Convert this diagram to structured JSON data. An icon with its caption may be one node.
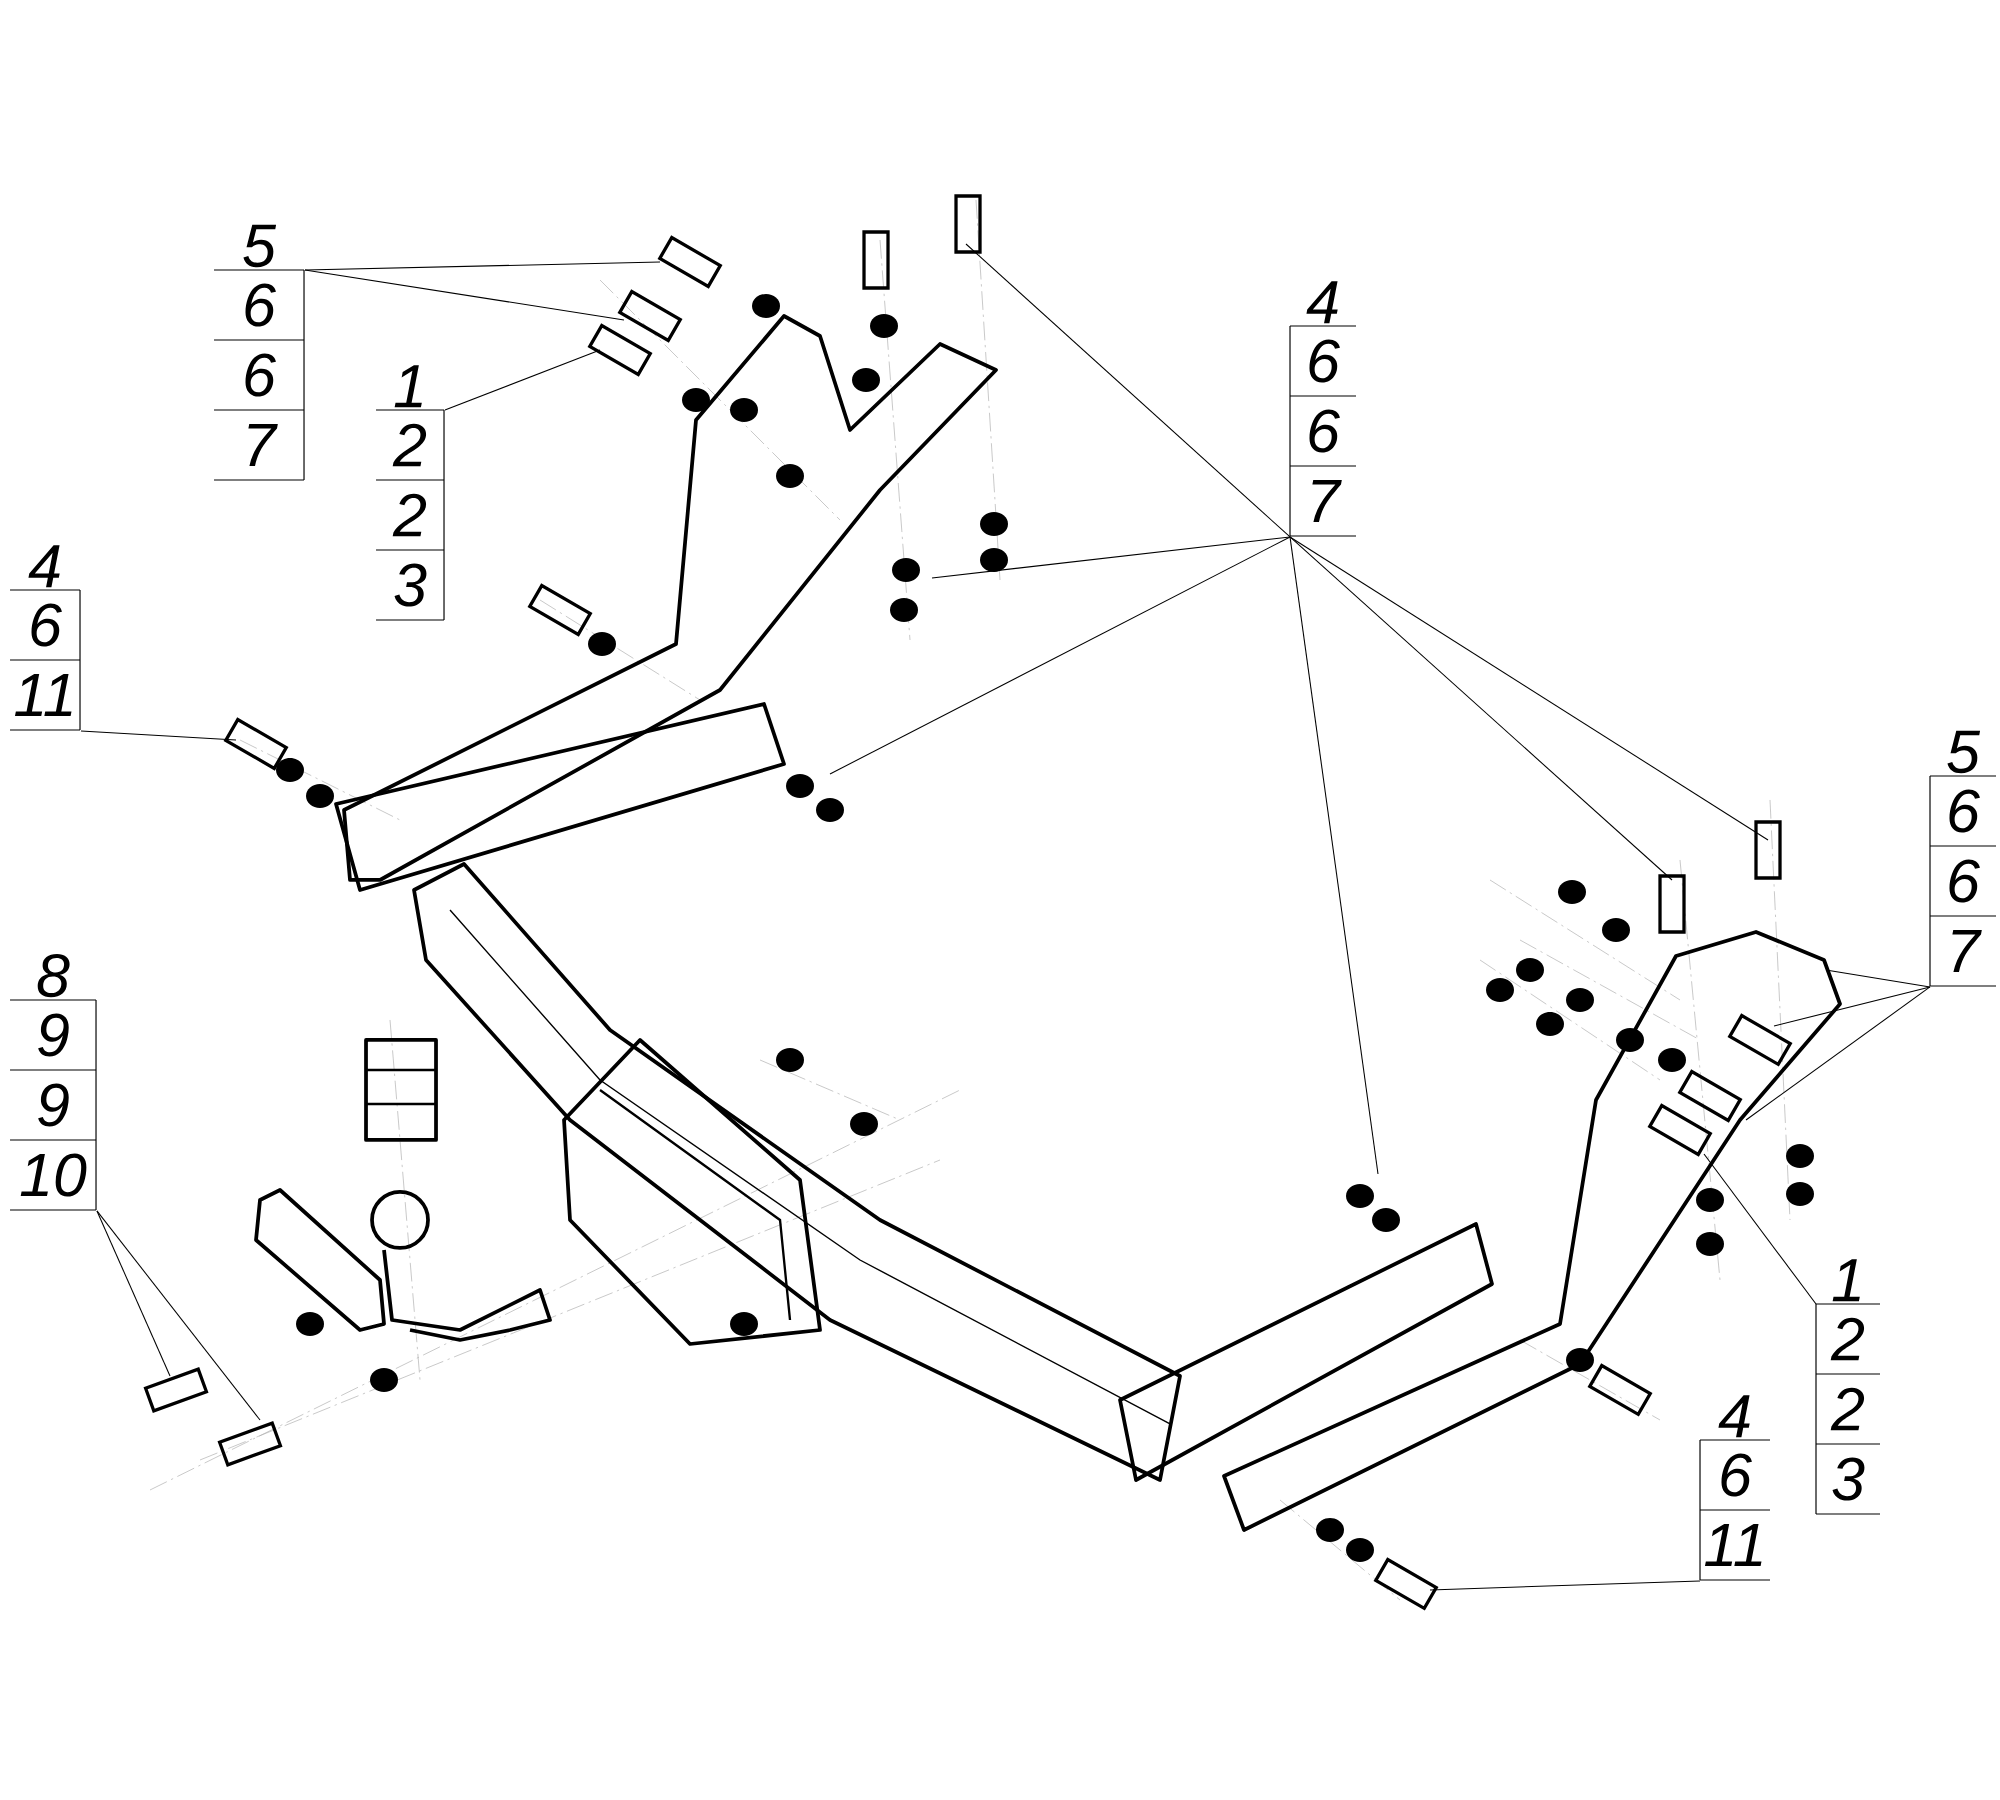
{
  "diagram": {
    "nodes": [
      {
        "text": [
          "5",
          "6",
          "6",
          "7"
        ]
      },
      {
        "text": [
          "4",
          "6",
          "6",
          "7"
        ]
      },
      {
        "text": [
          "1",
          "2",
          "2",
          "3"
        ]
      },
      {
        "text": [
          "4",
          "6",
          "11"
        ]
      },
      {
        "text": [
          "5",
          "6",
          "6",
          "7"
        ]
      },
      {
        "text": [
          "8",
          "9",
          "9",
          "10"
        ]
      },
      {
        "text": [
          "1",
          "2",
          "2",
          "3"
        ]
      },
      {
        "text": [
          "4",
          "6",
          "11"
        ]
      }
    ],
    "edges": [
      {
        "from": 0,
        "to": null,
        "arrow": "none"
      },
      {
        "from": 0,
        "to": null,
        "arrow": "none"
      },
      {
        "from": 1,
        "to": null,
        "arrow": "none"
      },
      {
        "from": 1,
        "to": null,
        "arrow": "none"
      },
      {
        "from": 1,
        "to": null,
        "arrow": "none"
      },
      {
        "from": 1,
        "to": null,
        "arrow": "none"
      },
      {
        "from": 1,
        "to": null,
        "arrow": "none"
      },
      {
        "from": 1,
        "to": null,
        "arrow": "none"
      },
      {
        "from": 2,
        "to": null,
        "arrow": "none"
      },
      {
        "from": 3,
        "to": null,
        "arrow": "none"
      },
      {
        "from": 4,
        "to": null,
        "arrow": "none"
      },
      {
        "from": 4,
        "to": null,
        "arrow": "none"
      },
      {
        "from": 4,
        "to": null,
        "arrow": "none"
      },
      {
        "from": 5,
        "to": null,
        "arrow": "none"
      },
      {
        "from": 5,
        "to": null,
        "arrow": "none"
      },
      {
        "from": 6,
        "to": null,
        "arrow": "none"
      },
      {
        "from": 7,
        "to": null,
        "arrow": "none"
      }
    ]
  }
}
